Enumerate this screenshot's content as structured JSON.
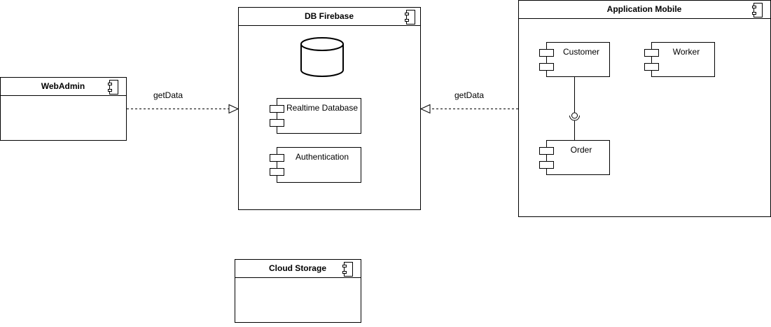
{
  "diagram": {
    "db_firebase": {
      "title": "DB Firebase",
      "components": {
        "realtime_database": "Realtime Database",
        "authentication": "Authentication"
      }
    },
    "application_mobile": {
      "title": "Application Mobile",
      "components": {
        "customer": "Customer",
        "worker": "Worker",
        "order": "Order"
      }
    },
    "webadmin": {
      "title": "WebAdmin"
    },
    "cloud_storage": {
      "title": "Cloud Storage"
    },
    "connectors": {
      "webadmin_to_db": "getData",
      "mobile_to_db": "getData"
    }
  },
  "colors": {
    "stroke": "#000000",
    "fill": "#ffffff"
  },
  "icons": {
    "component": "uml-component-icon",
    "database": "database-cylinder-icon",
    "interface": "lollipop-socket-icon"
  }
}
